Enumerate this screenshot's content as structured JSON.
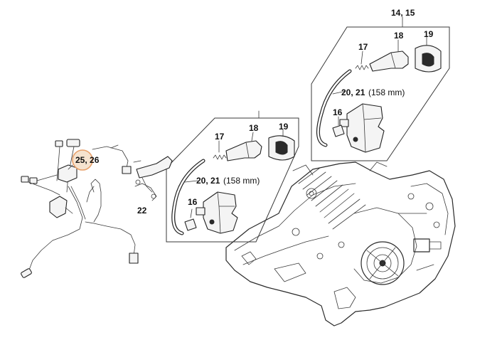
{
  "callouts": {
    "top_group": "14, 15",
    "r18": "18",
    "r19": "19",
    "r17": "17",
    "r20_21": "20, 21",
    "r20_21_len": "(158 mm)",
    "r16": "16",
    "m18": "18",
    "m19": "19",
    "m17": "17",
    "m20_21": "20, 21",
    "m20_21_len": "(158 mm)",
    "m16": "16",
    "harness": "25, 26",
    "bracket": "22"
  },
  "colors": {
    "highlight_fill": "#f6e3cf",
    "highlight_stroke": "#e8a06a",
    "linework": "#2a2a2a"
  }
}
